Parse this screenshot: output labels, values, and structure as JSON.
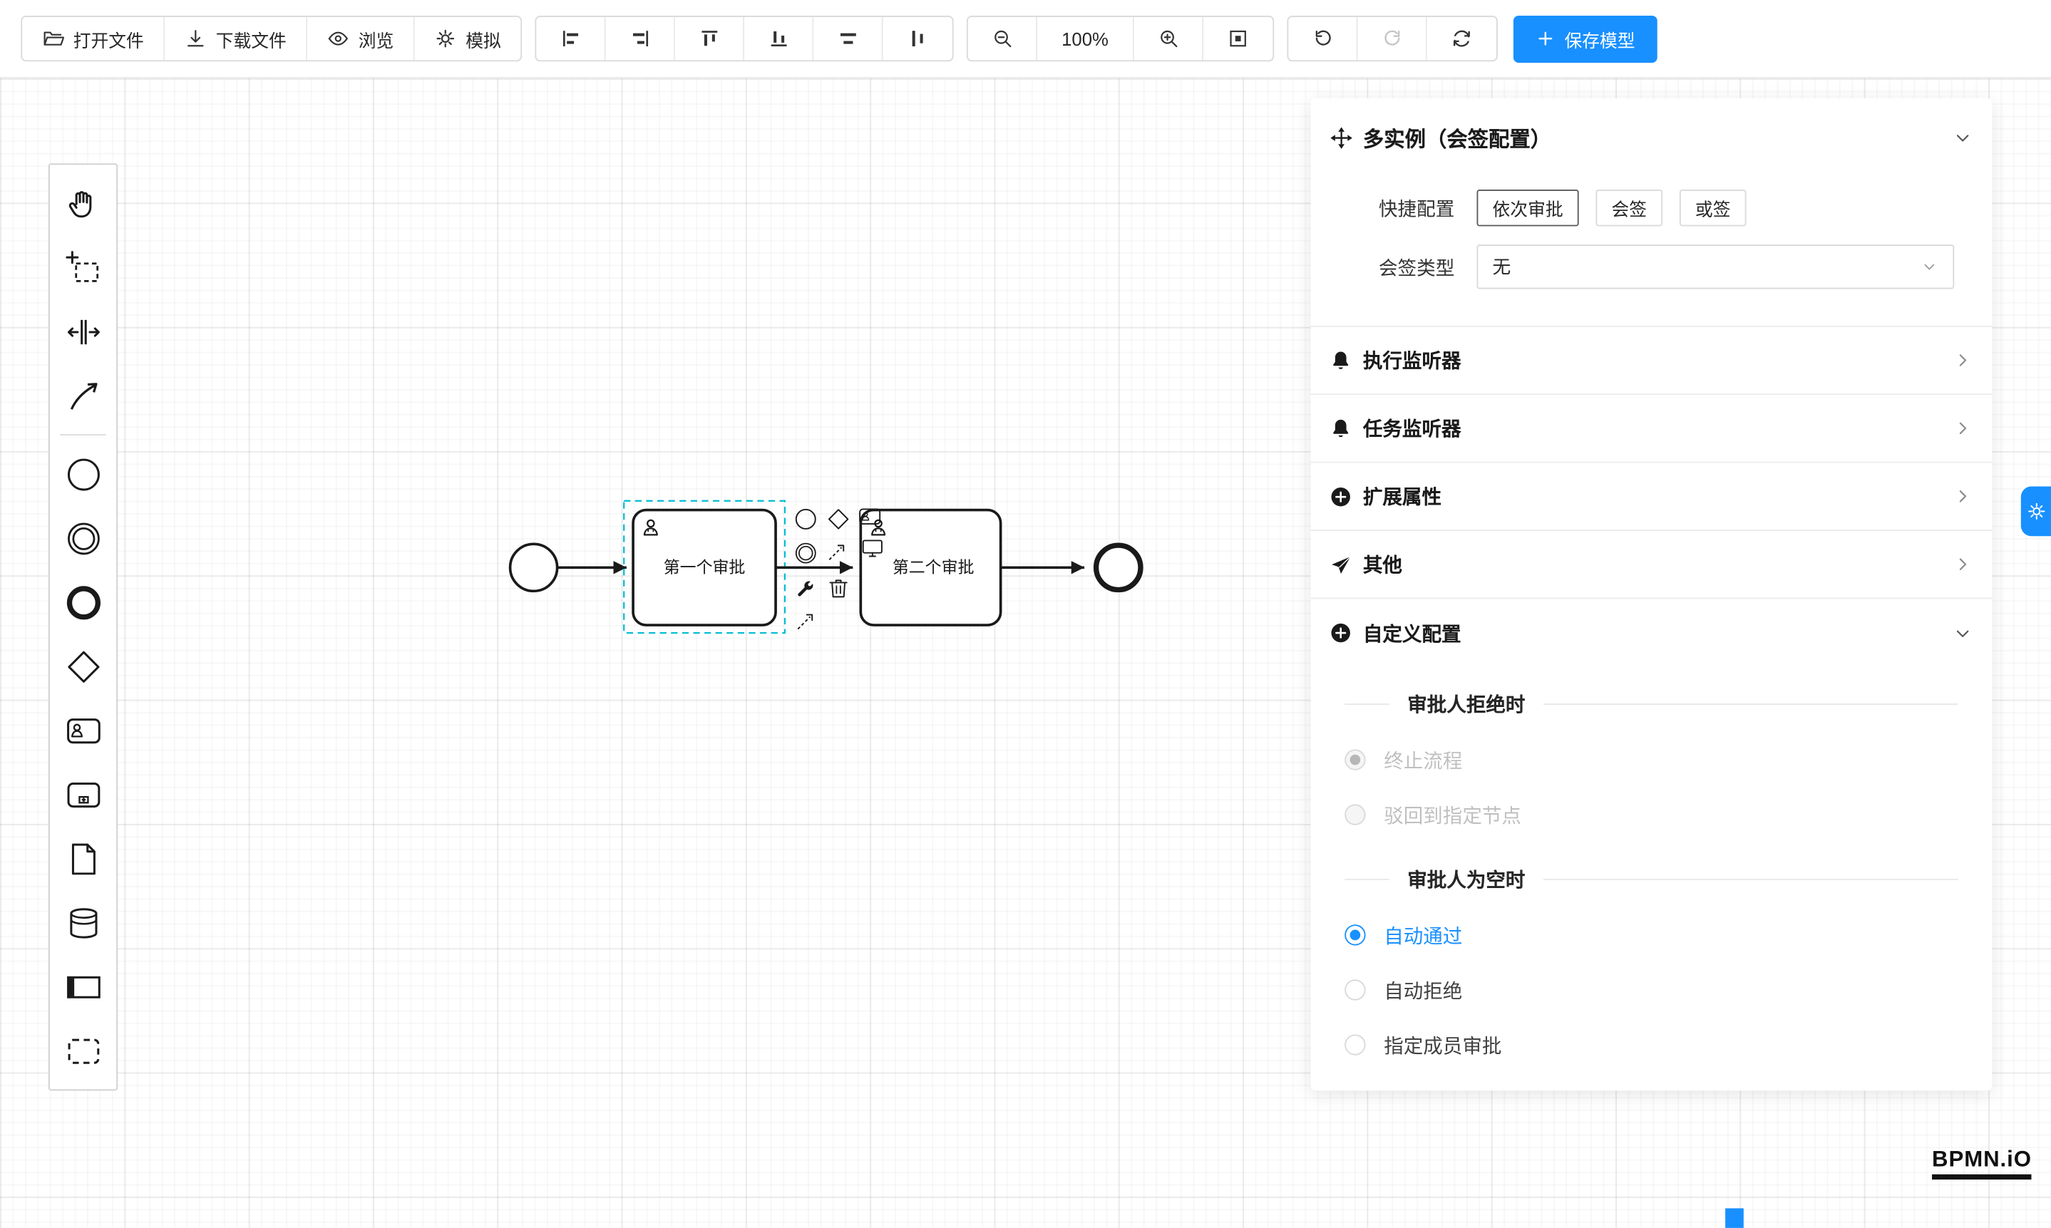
{
  "colors": {
    "accent": "#1890ff",
    "selection": "#00bcd4",
    "stroke": "#1a1a1a"
  },
  "toolbar": {
    "file_buttons": [
      {
        "label": "打开文件"
      },
      {
        "label": "下载文件"
      },
      {
        "label": "浏览"
      },
      {
        "label": "模拟"
      }
    ],
    "zoom_level": "100%",
    "save_label": "保存模型"
  },
  "canvas": {
    "task1": "第一个审批",
    "task2": "第二个审批"
  },
  "panel": {
    "title": "多实例（会签配置）",
    "quick": {
      "label": "快捷配置",
      "options": [
        {
          "label": "依次审批"
        },
        {
          "label": "会签"
        },
        {
          "label": "或签"
        }
      ]
    },
    "sign_type": {
      "label": "会签类型",
      "value": "无"
    },
    "sections": [
      {
        "label": "执行监听器"
      },
      {
        "label": "任务监听器"
      },
      {
        "label": "扩展属性"
      },
      {
        "label": "其他"
      },
      {
        "label": "自定义配置"
      }
    ],
    "reject": {
      "title": "审批人拒绝时",
      "options": [
        {
          "label": "终止流程"
        },
        {
          "label": "驳回到指定节点"
        }
      ]
    },
    "empty": {
      "title": "审批人为空时",
      "options": [
        {
          "label": "自动通过"
        },
        {
          "label": "自动拒绝"
        },
        {
          "label": "指定成员审批"
        }
      ]
    }
  },
  "logo": {
    "text": "BPMN.iO"
  }
}
